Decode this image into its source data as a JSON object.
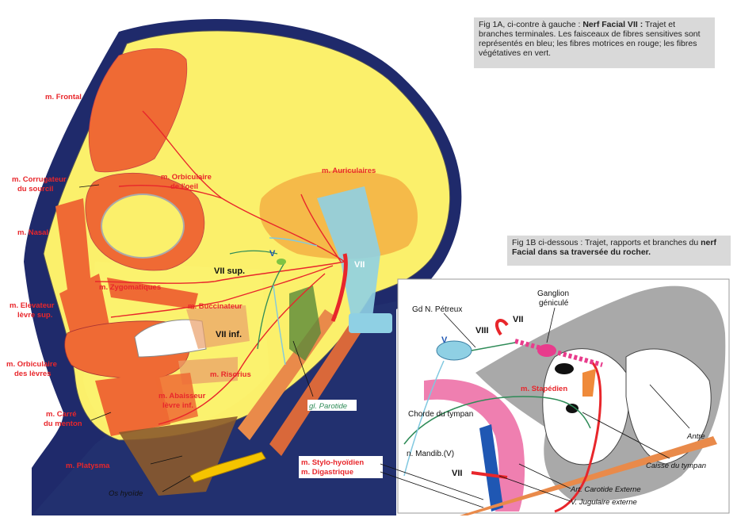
{
  "caption_1a": {
    "prefix": "Fig 1A, ci-contre à gauche : ",
    "bold": "Nerf Facial VII :",
    "rest": " Trajet et branches terminales. Les faisceaux de fibres sensitives sont représentés en bleu; les fibres motrices en rouge; les fibres végétatives en vert."
  },
  "caption_1b": {
    "prefix": "Fig 1B ci-dessous : Trajet, rapports et branches du ",
    "bold": "nerf Facial dans sa traversée du rocher."
  },
  "fig1a_labels": {
    "frontal": "m. Frontal",
    "corrugateur_1": "m. Corrugateur",
    "corrugateur_2": "du sourcil",
    "orbiculaire_oeil_1": "m. Orbiculaire",
    "orbiculaire_oeil_2": "de l'oeil",
    "auriculaires": "m. Auriculaires",
    "nasal": "m. Nasal",
    "v": "V",
    "vii": "VII",
    "vii_sup": "VII sup.",
    "zygomatiques": "m. Zygomatiques",
    "elevateur_1": "m. Elevateur",
    "elevateur_2": "lèvre sup.",
    "buccinateur": "m. Buccinateur",
    "vii_inf": "VII inf.",
    "orbiculaire_levres_1": "m. Orbiculaire",
    "orbiculaire_levres_2": "des lèvres",
    "risorius": "m. Risorius",
    "abaisseur_1": "m. Abaisseur",
    "abaisseur_2": "lèvre inf.",
    "carre_1": "m. Carré",
    "carre_2": "du menton",
    "parotide": "gl. Parotide",
    "platysma": "m. Platysma",
    "stylo": "m. Stylo-hyoïdien",
    "digastrique": "m. Digastrique",
    "os_hyoide": "Os hyoïde"
  },
  "fig1b_labels": {
    "gd_petreux": "Gd N. Pétreux",
    "ganglion_1": "Ganglion",
    "ganglion_2": "géniculé",
    "vii_top": "VII",
    "viii": "VIII",
    "v": "V",
    "stapedien": "m. Stapédien",
    "chorde": "Chorde du tympan",
    "mandib": "n. Mandib.(V)",
    "antre": "Antre",
    "caisse": "Caisse du tympan",
    "vii_low": "VII",
    "carotide": "Art. Carotide Externe",
    "jugulaire": "V. Jugulaire externe"
  },
  "colors": {
    "head_outline": "#1f2a6b",
    "skin_yellow": "#fbf06b",
    "muscle_orange": "#ef6a34",
    "motor_red": "#e8262b",
    "sensory_blue": "#80c8e0",
    "vegetative_green": "#2e8b57",
    "caption_bg": "#d9d9d9"
  }
}
